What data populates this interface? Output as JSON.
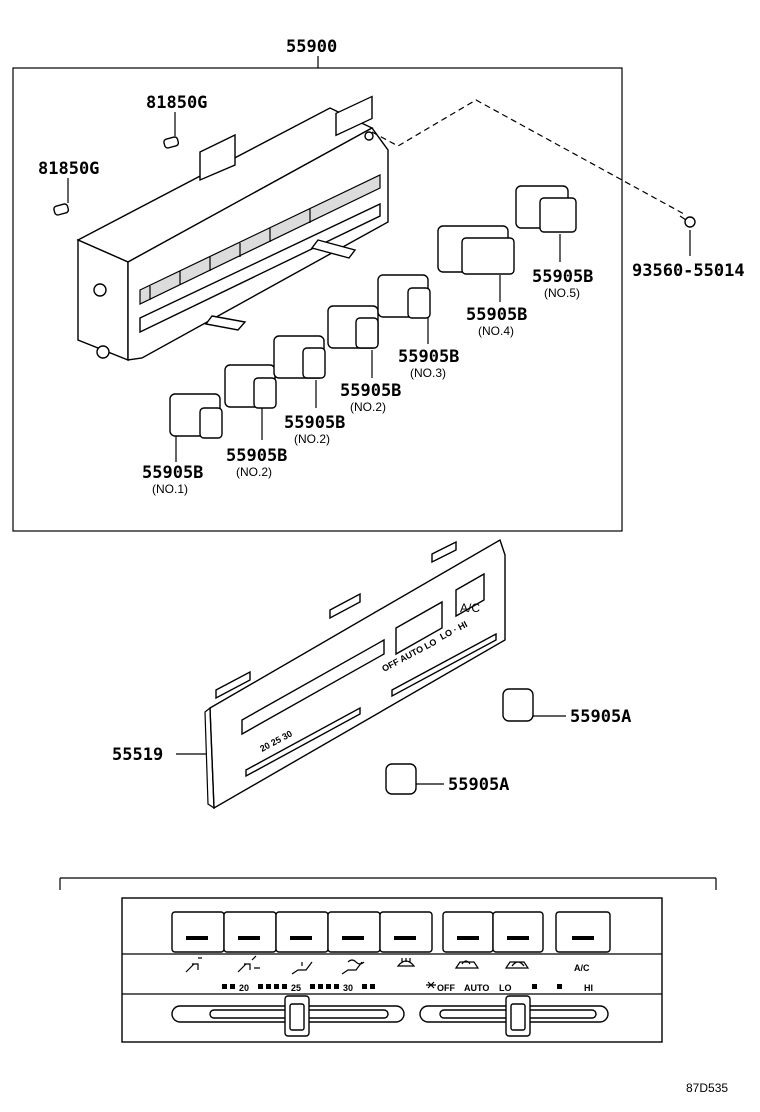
{
  "assembly": {
    "part_number": "55900"
  },
  "parts": {
    "bulb_upper": "81850G",
    "bulb_lower": "81850G",
    "screw": "93560-55014",
    "knobs": [
      {
        "number": "55905B",
        "note": "(NO.1)"
      },
      {
        "number": "55905B",
        "note": "(NO.2)"
      },
      {
        "number": "55905B",
        "note": "(NO.2)"
      },
      {
        "number": "55905B",
        "note": "(NO.2)"
      },
      {
        "number": "55905B",
        "note": "(NO.3)"
      },
      {
        "number": "55905B",
        "note": "(NO.4)"
      },
      {
        "number": "55905B",
        "note": "(NO.5)"
      }
    ],
    "panel": "55519",
    "lever_knob_upper": "55905A",
    "lever_knob_lower": "55905A"
  },
  "panel_markings": {
    "ac": "A/C",
    "hi_lo": "LO · HI",
    "fan": "OFF AUTO LO",
    "scale": "20 25 30"
  },
  "control_face": {
    "temp_scale": [
      "20",
      "25",
      "30"
    ],
    "fan_labels": [
      "OFF",
      "AUTO",
      "LO"
    ],
    "ac_label": "A/C",
    "hi_label": "HI"
  },
  "figure_code": "87D535"
}
